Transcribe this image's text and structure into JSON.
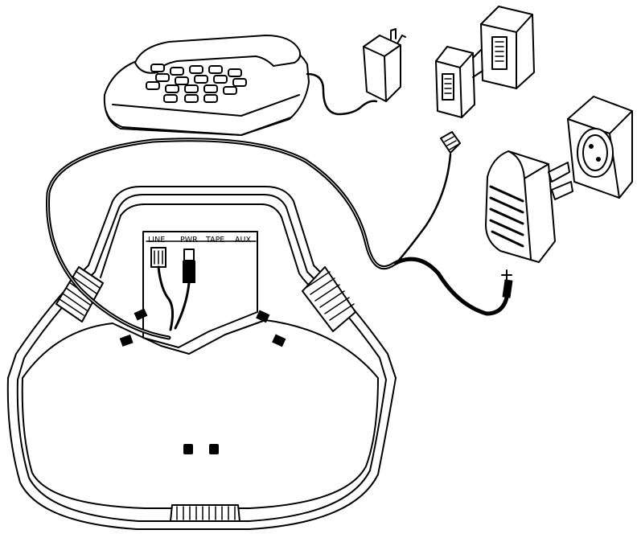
{
  "ports": {
    "line": "LINE",
    "pwr": "PWR",
    "tape": "TAPE",
    "aux": "AUX"
  }
}
